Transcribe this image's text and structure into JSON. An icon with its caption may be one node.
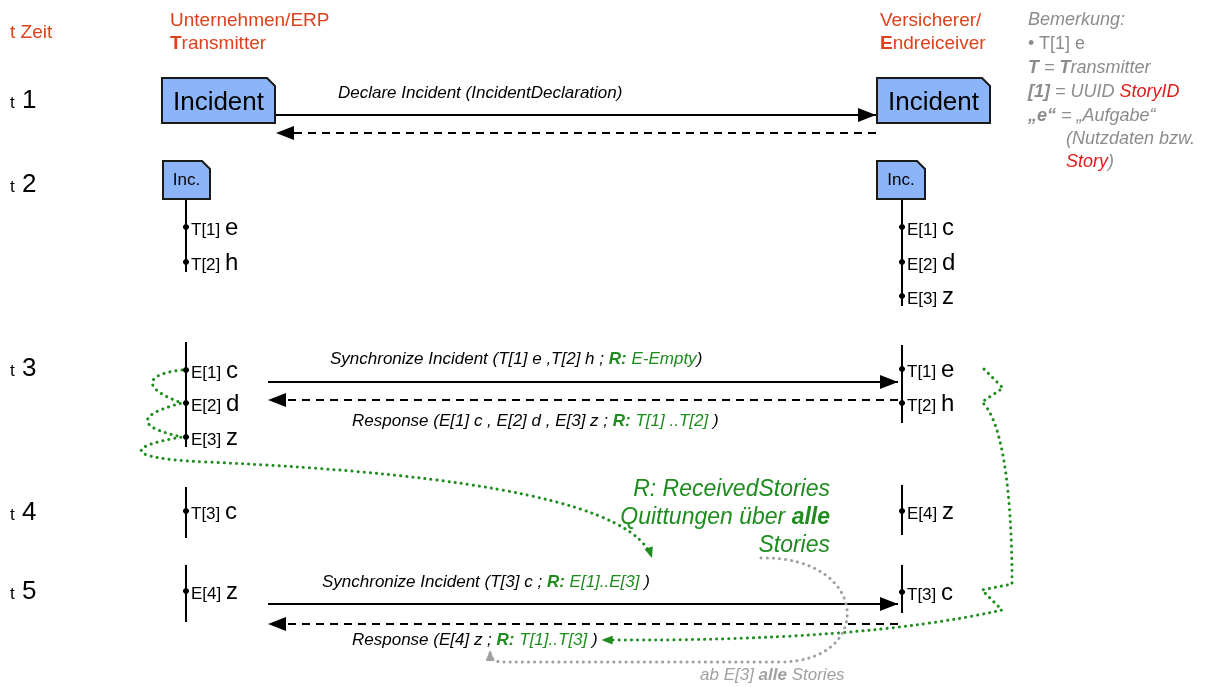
{
  "diagram": {
    "nodes": [
      {
        "text": [
          "Incident"
        ]
      },
      {
        "text": [
          "Incident"
        ]
      },
      {
        "text": [
          "Inc."
        ]
      },
      {
        "text": [
          "Inc."
        ]
      },
      {
        "text": [
          "T[1] e",
          "T[2] h"
        ]
      },
      {
        "text": [
          "E[1] c",
          "E[2] d",
          "E[3] z"
        ]
      },
      {
        "text": [
          "E[1] c",
          "E[2] d",
          "E[3] z"
        ]
      },
      {
        "text": [
          "T[1] e",
          "T[2] h"
        ]
      },
      {
        "text": [
          "R: ReceivedStories Quittungen über **alle** Stories"
        ]
      },
      {
        "text": [
          "T[3] c"
        ]
      },
      {
        "text": [
          "E[4] z"
        ]
      },
      {
        "text": [
          "E[4] z"
        ]
      },
      {
        "text": [
          "T[3] c"
        ]
      },
      {
        "text": [
          "Response (E[4] z ; **R:** *T[1]..T[3]* )"
        ]
      }
    ],
    "edges": [
      {
        "from": 0,
        "to": 1,
        "arrow": "to",
        "label": "Declare Incident (IncidentDeclaration)"
      },
      {
        "from": 1,
        "to": 0,
        "arrow": "to",
        "style": "dashed"
      },
      {
        "from": 2,
        "to": 4,
        "arrow": "none"
      },
      {
        "from": 3,
        "to": 5,
        "arrow": "none"
      },
      {
        "from": 6,
        "to": 7,
        "arrow": "to",
        "label": "Synchronize Incident (T[1] e ,T[2] h ; **R:** *E-Empty*)"
      },
      {
        "from": 7,
        "to": 6,
        "arrow": "to",
        "style": "dashed",
        "label": "Response (E[1] c , E[2] d , E[3] z ; **R:** *T[1] ..T[2]* )"
      },
      {
        "from": 6,
        "to": 8,
        "arrow": "to",
        "style": "dashed",
        "color": "#1e8c1e"
      },
      {
        "from": 7,
        "to": 13,
        "arrow": "to",
        "style": "dashed",
        "color": "#1e8c1e"
      },
      {
        "from": 11,
        "to": 12,
        "arrow": "to",
        "label": "Synchronize Incident (T[3] c ; **R:** *E[1]..E[3]* )"
      },
      {
        "from": 12,
        "to": 11,
        "arrow": "to",
        "style": "dashed"
      },
      {
        "from": 8,
        "to": 13,
        "arrow": "to",
        "style": "dashed",
        "color": "#a0a0a0",
        "label": "ab E[3] **alle** Stories"
      }
    ],
    "labels": [
      "t Zeit",
      "Unternehmen/ERP **T**ransmitter",
      "Versicherer/ **E**ndreiceiver",
      "Bemerkung:",
      "• T[1] e",
      "**T** = **T**ransmitter",
      "**[1]** = UUID *StoryID*",
      "**„e“** = „Aufgabe“ (Nutzdaten bzw. *Story*)",
      "$_{t}$ 1",
      "$_{t}$ 2",
      "$_{t}$ 3",
      "$_{t}$ 4",
      "$_{t}$ 5"
    ]
  }
}
